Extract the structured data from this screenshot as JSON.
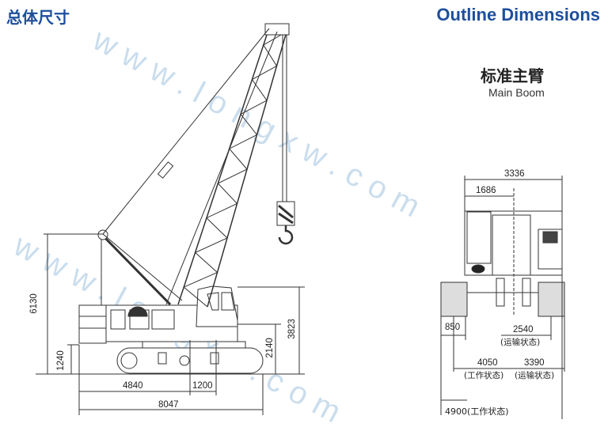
{
  "header": {
    "title_cn": "总体尺寸",
    "title_en": "Outline Dimensions"
  },
  "view": {
    "title_cn": "标准主臂",
    "title_en": "Main Boom"
  },
  "watermark": "www.longxw.com",
  "side_view": {
    "overall_height": "6130",
    "counterweight_clearance": "1240",
    "cab_height": "3823",
    "track_height": "2140",
    "tail_to_center": "4840",
    "center_to_boom_foot": "1200",
    "overall_length": "8047"
  },
  "front_view": {
    "overall_width": "3336",
    "half_width": "1686",
    "track_shoe_width": "850",
    "transport_track_gauge": "2540",
    "transport_track_gauge_note": "(运输状态)",
    "working_gauge": "4050",
    "working_gauge_note": "(工作状态)",
    "transport_width": "3390",
    "transport_width_note": "(运输状态)",
    "working_width": "4900(工作状态)"
  },
  "colors": {
    "brand": "#1d4f9c",
    "line": "#333333",
    "watermark": "#9fc3e0"
  }
}
